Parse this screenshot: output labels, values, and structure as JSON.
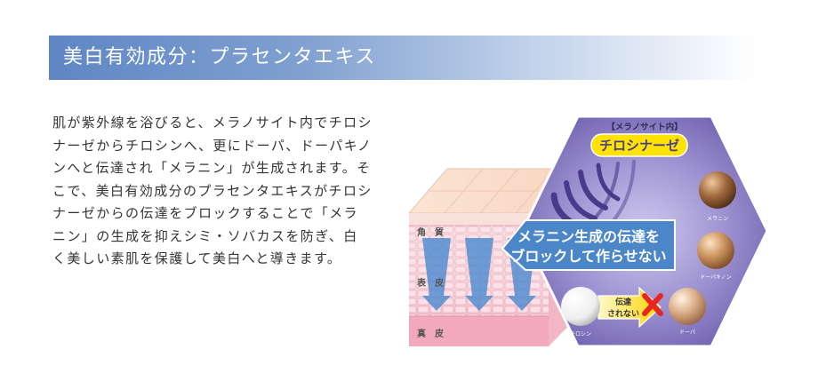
{
  "section": {
    "heading": "美白有効成分：プラセンタエキス",
    "body": "肌が紫外線を浴びると、メラノサイト内でチロシナーゼからチロシンへ、更にドーパ、ドーパキノンへと伝達され「メラニン」が生成されます。そこで、美白有効成分のプラセンタエキスがチロシナーゼからの伝達をブロックすることで「メラニン」の生成を抑えシミ・ソバカスを防ぎ、白く美しい素肌を保護して美白へと導きます。"
  },
  "illustration": {
    "skin_layers": {
      "stratum_corneum": "角　質",
      "epidermis": "表　皮",
      "dermis": "真　皮"
    },
    "hexagon": {
      "caption": "【メラノサイト内】",
      "enzyme_label": "チロシナーゼ",
      "block_message_line1": "メラニン生成の伝達を",
      "block_message_line2": "ブロックして作らせない",
      "blocked_label_line1": "伝達",
      "blocked_label_line2": "されない",
      "spheres": {
        "melanin": "メラニン",
        "dopaquinone": "ドーパキノン",
        "dopa": "ドーパ",
        "tyrosine": "チロシン"
      }
    },
    "colors": {
      "hexagon_fill": "#8a7fc2",
      "enzyme_badge": "#ffe200",
      "block_banner": "#4a86c8",
      "arrow": "#4a8ad0",
      "cross": "#e8261f"
    }
  }
}
